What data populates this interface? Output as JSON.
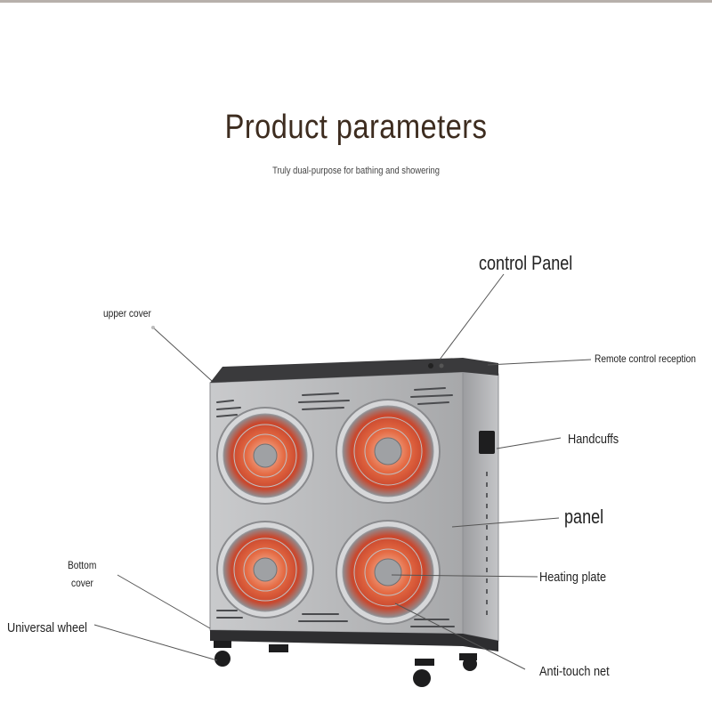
{
  "header": {
    "title": "Product parameters",
    "subtitle": "Truly dual-purpose for bathing and showering"
  },
  "labels": {
    "control_panel": "control Panel",
    "upper_cover": "upper cover",
    "remote_control": "Remote control reception",
    "handcuffs": "Handcuffs",
    "panel": "panel",
    "bottom_cover_line1": "Bottom",
    "bottom_cover_line2": "cover",
    "heating_plate": "Heating plate",
    "universal_wheel": "Universal wheel",
    "anti_touch_net": "Anti-touch net"
  },
  "colors": {
    "title": "#3d2c1f",
    "body_gray": "#b9babc",
    "top_cover": "#3a3a3c",
    "heating_glow": "#e0603c"
  }
}
